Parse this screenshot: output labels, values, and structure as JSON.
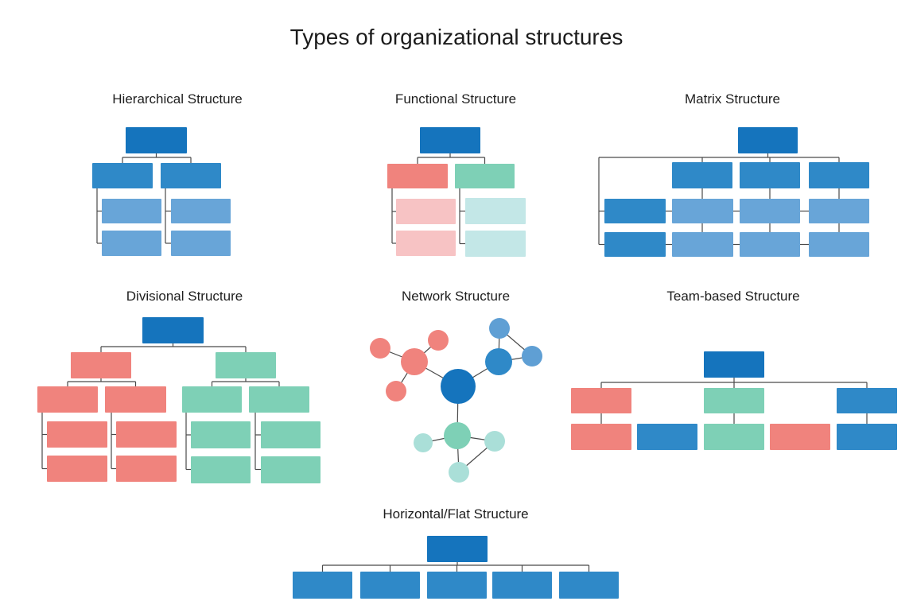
{
  "title": "Types of organizational structures",
  "colors": {
    "darkBlue": "#1574bd",
    "medBlue": "#2f89c8",
    "lightBlue": "#68a5d8",
    "salmon": "#f0837d",
    "pink": "#f7c3c4",
    "teal": "#7ed0b6",
    "lightTeal": "#c3e7e7",
    "netBlue": "#5f9fd4",
    "netTeal": "#aadfd8",
    "line": "#4a4a4a"
  },
  "panels": [
    {
      "id": "hierarchical",
      "title": "Hierarchical Structure",
      "boxes": [
        [
          158,
          160,
          77,
          33,
          "darkBlue"
        ],
        [
          116,
          205,
          76,
          32,
          "medBlue"
        ],
        [
          202,
          205,
          76,
          32,
          "medBlue"
        ],
        [
          128,
          250,
          75,
          31,
          "lightBlue"
        ],
        [
          128,
          290,
          75,
          32,
          "lightBlue"
        ],
        [
          215,
          250,
          75,
          31,
          "lightBlue"
        ],
        [
          215,
          290,
          75,
          32,
          "lightBlue"
        ]
      ],
      "lines": [
        [
          196.5,
          193,
          196.5,
          198
        ],
        [
          154,
          198,
          240,
          198
        ],
        [
          154,
          198,
          154,
          205
        ],
        [
          240,
          198,
          240,
          205
        ],
        [
          122,
          237,
          122,
          306
        ],
        [
          122,
          265.5,
          128,
          265.5
        ],
        [
          122,
          306,
          128,
          306
        ],
        [
          208,
          237,
          208,
          306
        ],
        [
          208,
          265.5,
          215,
          265.5
        ],
        [
          208,
          306,
          215,
          306
        ]
      ]
    },
    {
      "id": "functional",
      "title": "Functional Structure",
      "boxes": [
        [
          528,
          160,
          76,
          33,
          "darkBlue"
        ],
        [
          487,
          206,
          76,
          31,
          "salmon"
        ],
        [
          572,
          206,
          75,
          31,
          "teal"
        ],
        [
          498,
          250,
          75,
          32,
          "pink"
        ],
        [
          498,
          290,
          75,
          32,
          "pink"
        ],
        [
          585,
          249,
          76,
          33,
          "lightTeal"
        ],
        [
          585,
          290,
          76,
          33,
          "lightTeal"
        ]
      ],
      "lines": [
        [
          566,
          193,
          566,
          198
        ],
        [
          525,
          198,
          609.5,
          198
        ],
        [
          525,
          198,
          525,
          206
        ],
        [
          609.5,
          198,
          609.5,
          206
        ],
        [
          493,
          237,
          493,
          306
        ],
        [
          493,
          266,
          498,
          266
        ],
        [
          493,
          306,
          498,
          306
        ],
        [
          578,
          237,
          578,
          306.5
        ],
        [
          578,
          265.5,
          585,
          265.5
        ],
        [
          578,
          306.5,
          585,
          306.5
        ]
      ]
    },
    {
      "id": "matrix",
      "title": "Matrix Structure",
      "boxes": [
        [
          928,
          160,
          75,
          33,
          "darkBlue"
        ],
        [
          845,
          204,
          76,
          33,
          "medBlue"
        ],
        [
          930,
          204,
          76,
          33,
          "medBlue"
        ],
        [
          1017,
          204,
          76,
          33,
          "medBlue"
        ],
        [
          760,
          250,
          77,
          31,
          "medBlue"
        ],
        [
          760,
          292,
          77,
          31,
          "medBlue"
        ],
        [
          845,
          250,
          77,
          31,
          "lightBlue"
        ],
        [
          930,
          250,
          76,
          31,
          "lightBlue"
        ],
        [
          1017,
          250,
          76,
          31,
          "lightBlue"
        ],
        [
          845,
          292,
          77,
          31,
          "lightBlue"
        ],
        [
          930,
          292,
          76,
          31,
          "lightBlue"
        ],
        [
          1017,
          292,
          76,
          31,
          "lightBlue"
        ]
      ],
      "lines": [
        [
          965.5,
          193,
          965.5,
          198
        ],
        [
          753,
          198,
          1055,
          198
        ],
        [
          883,
          198,
          883,
          204
        ],
        [
          968,
          198,
          968,
          204
        ],
        [
          1055,
          198,
          1055,
          204
        ],
        [
          753,
          198,
          753,
          307.5
        ],
        [
          753,
          265.5,
          760,
          265.5
        ],
        [
          753,
          307.5,
          760,
          307.5
        ],
        [
          883,
          237,
          883,
          250
        ],
        [
          968,
          237,
          968,
          250
        ],
        [
          1055,
          237,
          1055,
          250
        ],
        [
          883,
          281,
          883,
          292
        ],
        [
          968,
          281,
          968,
          292
        ],
        [
          1055,
          281,
          1055,
          292
        ],
        [
          837,
          265.5,
          845,
          265.5
        ],
        [
          922,
          265.5,
          930,
          265.5
        ],
        [
          1006,
          265.5,
          1017,
          265.5
        ],
        [
          837,
          307.5,
          845,
          307.5
        ],
        [
          922,
          307.5,
          930,
          307.5
        ],
        [
          1006,
          307.5,
          1017,
          307.5
        ]
      ]
    },
    {
      "id": "divisional",
      "title": "Divisional Structure",
      "boxes": [
        [
          179,
          399,
          77,
          33,
          "darkBlue"
        ],
        [
          89,
          443,
          76,
          33,
          "salmon"
        ],
        [
          271,
          443,
          76,
          33,
          "teal"
        ],
        [
          47,
          486,
          76,
          33,
          "salmon"
        ],
        [
          132,
          486,
          77,
          33,
          "salmon"
        ],
        [
          229,
          486,
          75,
          33,
          "teal"
        ],
        [
          313,
          486,
          76,
          33,
          "teal"
        ],
        [
          59,
          530,
          76,
          33,
          "salmon"
        ],
        [
          59,
          573,
          76,
          33,
          "salmon"
        ],
        [
          146,
          530,
          76,
          33,
          "salmon"
        ],
        [
          146,
          573,
          76,
          33,
          "salmon"
        ],
        [
          240,
          530,
          75,
          34,
          "teal"
        ],
        [
          240,
          574,
          75,
          34,
          "teal"
        ],
        [
          328,
          530,
          75,
          34,
          "teal"
        ],
        [
          328,
          574,
          75,
          34,
          "teal"
        ]
      ],
      "lines": [
        [
          217.5,
          432,
          217.5,
          436
        ],
        [
          127,
          436,
          309,
          436
        ],
        [
          127,
          436,
          127,
          443
        ],
        [
          309,
          436,
          309,
          443
        ],
        [
          127,
          476,
          127,
          480
        ],
        [
          85,
          480,
          170.5,
          480
        ],
        [
          85,
          480,
          85,
          486
        ],
        [
          170.5,
          480,
          170.5,
          486
        ],
        [
          309,
          476,
          309,
          480
        ],
        [
          266.5,
          480,
          351,
          480
        ],
        [
          266.5,
          480,
          266.5,
          486
        ],
        [
          351,
          480,
          351,
          486
        ],
        [
          53,
          519,
          53,
          589.5
        ],
        [
          53,
          546.5,
          59,
          546.5
        ],
        [
          53,
          589.5,
          59,
          589.5
        ],
        [
          140,
          519,
          140,
          589.5
        ],
        [
          140,
          546.5,
          146,
          546.5
        ],
        [
          140,
          589.5,
          146,
          589.5
        ],
        [
          234,
          519,
          234,
          590.5
        ],
        [
          234,
          547,
          240,
          547
        ],
        [
          234,
          590.5,
          240,
          590.5
        ],
        [
          321,
          519,
          321,
          590.5
        ],
        [
          321,
          547,
          328,
          547
        ],
        [
          321,
          590.5,
          328,
          590.5
        ]
      ]
    },
    {
      "id": "network",
      "title": "Network Structure",
      "nodes": [
        [
          576,
          486,
          22,
          "darkBlue"
        ],
        [
          521,
          455,
          17,
          "salmon"
        ],
        [
          551,
          428,
          13,
          "salmon"
        ],
        [
          478,
          438,
          13,
          "salmon"
        ],
        [
          498,
          492,
          13,
          "salmon"
        ],
        [
          627,
          455,
          17,
          "medBlue"
        ],
        [
          628,
          413,
          13,
          "netBlue"
        ],
        [
          669,
          448,
          13,
          "netBlue"
        ],
        [
          575,
          548,
          17,
          "teal"
        ],
        [
          532,
          557,
          12,
          "netTeal"
        ],
        [
          622,
          555,
          13,
          "netTeal"
        ],
        [
          577,
          594,
          13,
          "netTeal"
        ]
      ],
      "edges": [
        [
          0,
          1
        ],
        [
          0,
          5
        ],
        [
          0,
          8
        ],
        [
          1,
          2
        ],
        [
          1,
          3
        ],
        [
          1,
          4
        ],
        [
          5,
          6
        ],
        [
          5,
          7
        ],
        [
          6,
          7
        ],
        [
          8,
          9
        ],
        [
          8,
          10
        ],
        [
          8,
          11
        ],
        [
          10,
          11
        ]
      ]
    },
    {
      "id": "team-based",
      "title": "Team-based Structure",
      "boxes": [
        [
          885,
          442,
          76,
          33,
          "darkBlue"
        ],
        [
          718,
          488,
          76,
          32,
          "salmon"
        ],
        [
          885,
          488,
          76,
          32,
          "teal"
        ],
        [
          1052,
          488,
          76,
          32,
          "medBlue"
        ],
        [
          718,
          533,
          76,
          33,
          "salmon"
        ],
        [
          801,
          533,
          76,
          33,
          "medBlue"
        ],
        [
          885,
          533,
          76,
          33,
          "teal"
        ],
        [
          968,
          533,
          76,
          33,
          "salmon"
        ],
        [
          1052,
          533,
          76,
          33,
          "medBlue"
        ]
      ],
      "lines": [
        [
          923,
          475,
          923,
          481
        ],
        [
          756,
          481,
          1090,
          481
        ],
        [
          756,
          481,
          756,
          488
        ],
        [
          923,
          481,
          923,
          488
        ],
        [
          1090,
          481,
          1090,
          488
        ],
        [
          756,
          520,
          756,
          533
        ],
        [
          923,
          520,
          923,
          533
        ],
        [
          1090,
          520,
          1090,
          533
        ]
      ]
    },
    {
      "id": "flat",
      "title": "Horizontal/Flat Structure",
      "boxes": [
        [
          537,
          674,
          76,
          33,
          "darkBlue"
        ],
        [
          368,
          719,
          75,
          34,
          "medBlue"
        ],
        [
          453,
          719,
          75,
          34,
          "medBlue"
        ],
        [
          537,
          719,
          75,
          34,
          "medBlue"
        ],
        [
          619,
          719,
          75,
          34,
          "medBlue"
        ],
        [
          703,
          719,
          75,
          34,
          "medBlue"
        ]
      ],
      "lines": [
        [
          575,
          707,
          575,
          711
        ],
        [
          405.5,
          711,
          740.5,
          711
        ],
        [
          405.5,
          711,
          405.5,
          719
        ],
        [
          490.5,
          711,
          490.5,
          719
        ],
        [
          574.5,
          711,
          574.5,
          719
        ],
        [
          656.5,
          711,
          656.5,
          719
        ],
        [
          740.5,
          711,
          740.5,
          719
        ]
      ]
    }
  ]
}
